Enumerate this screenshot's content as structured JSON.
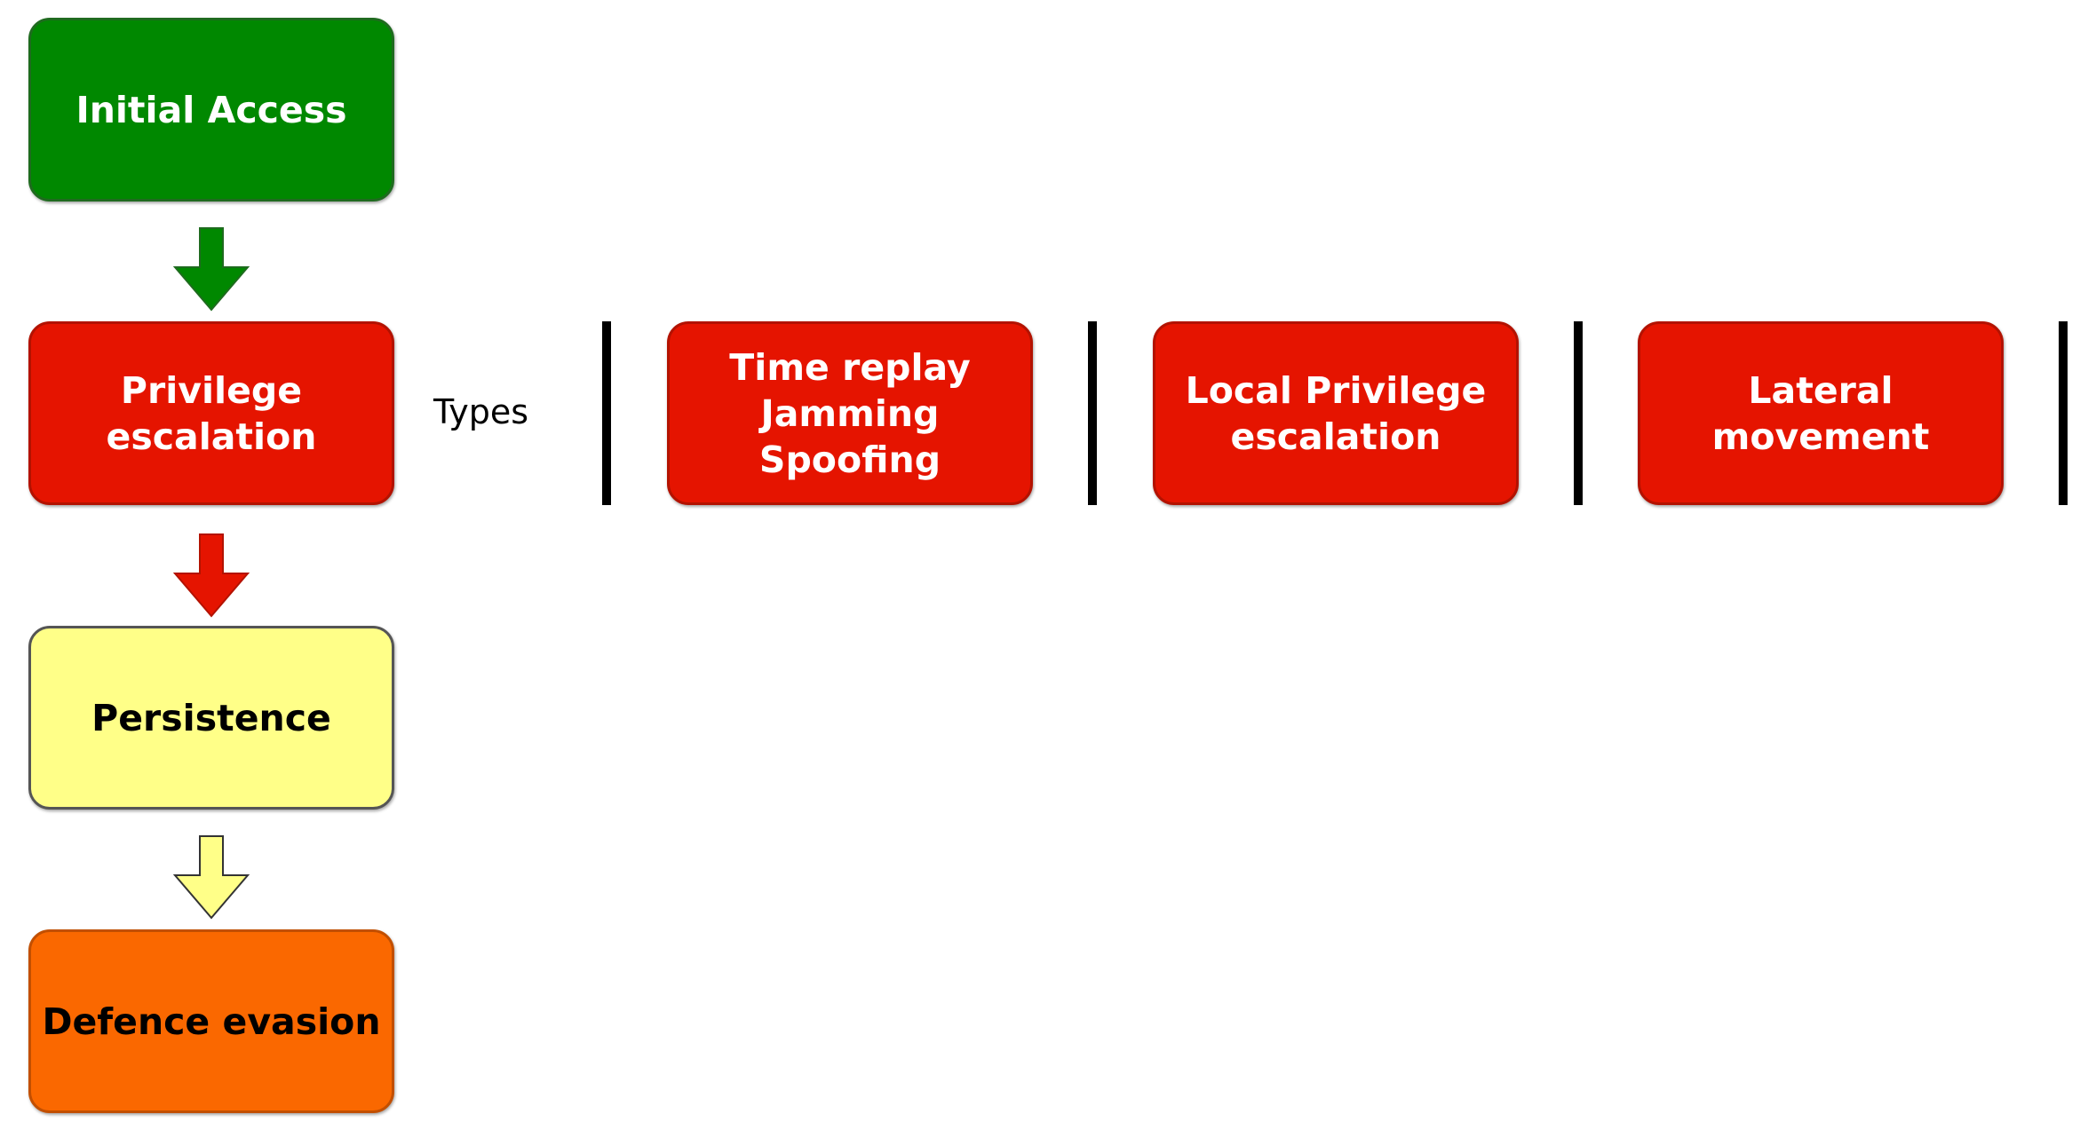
{
  "stages": [
    {
      "label": "Initial Access",
      "color": "#008800"
    },
    {
      "label": "Privilege\nescalation",
      "color": "#e51400"
    },
    {
      "label": "Persistence",
      "color": "#ffff88"
    },
    {
      "label": "Defence evasion",
      "color": "#fa6800"
    }
  ],
  "arrows": [
    {
      "color": "#008800"
    },
    {
      "color": "#e51400"
    },
    {
      "color": "#ffff88"
    }
  ],
  "types_label": "Types",
  "types": [
    {
      "label": "Time replay\nJamming\nSpoofing",
      "color": "#e51400"
    },
    {
      "label": "Local Privilege\nescalation",
      "color": "#e51400"
    },
    {
      "label": "Lateral\nmovement",
      "color": "#e51400"
    }
  ]
}
